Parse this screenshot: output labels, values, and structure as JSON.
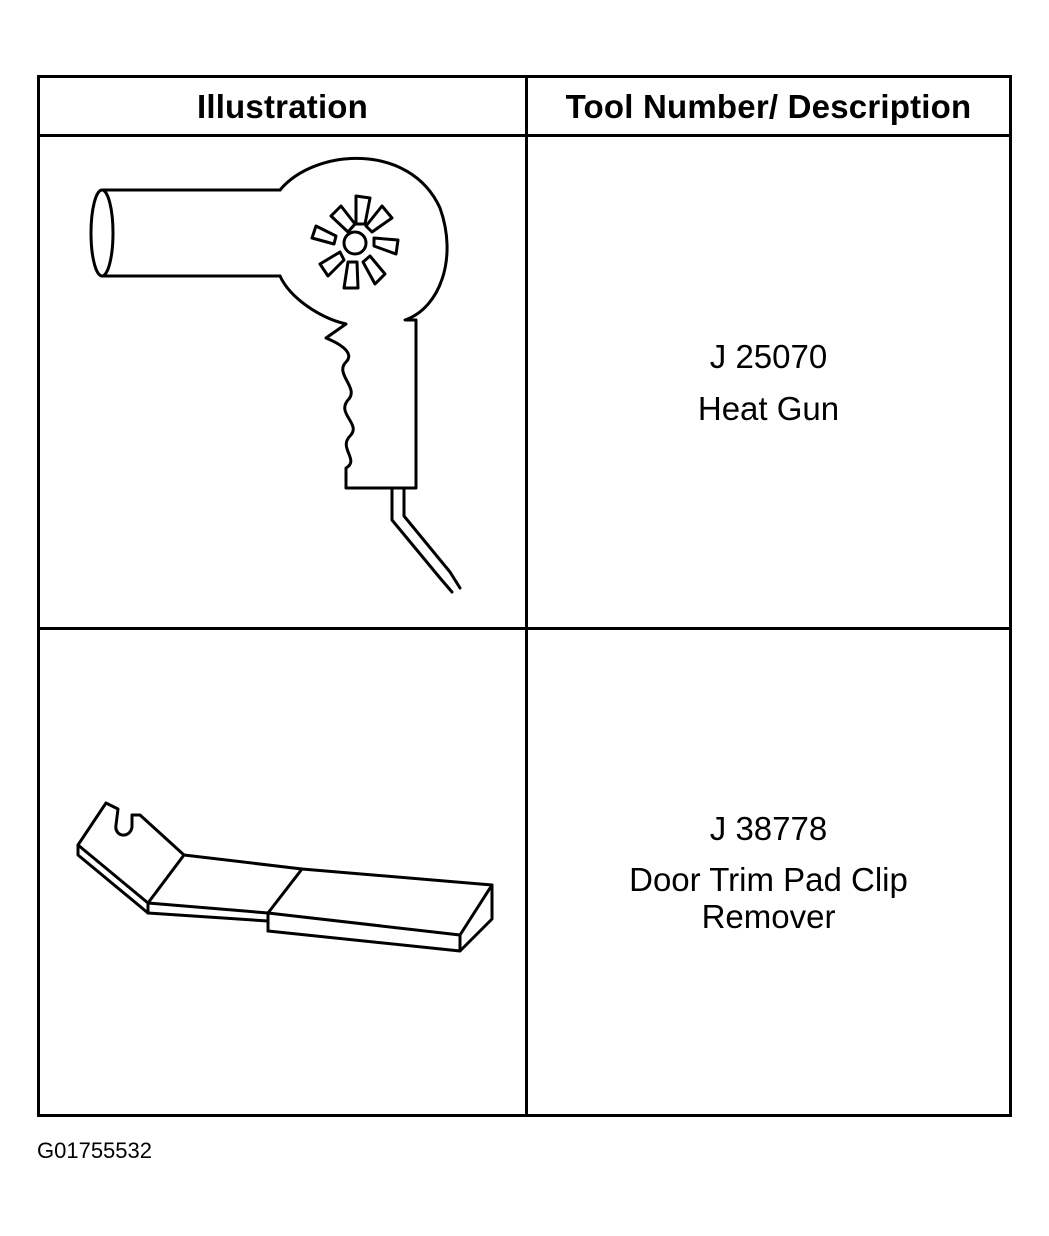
{
  "table": {
    "headers": {
      "illustration": "Illustration",
      "description": "Tool Number/ Description"
    },
    "rows": [
      {
        "icon": "heat-gun-icon",
        "tool_number": "J 25070",
        "description_lines": [
          "Heat Gun"
        ]
      },
      {
        "icon": "door-trim-pad-clip-remover-icon",
        "tool_number": "J 38778",
        "description_lines": [
          "Door Trim Pad Clip",
          "Remover"
        ]
      }
    ]
  },
  "figure_id": "G01755532"
}
